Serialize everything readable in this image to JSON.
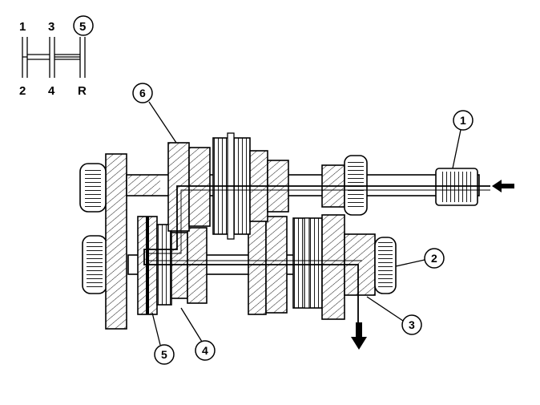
{
  "shift_pattern": {
    "top": [
      "1",
      "3",
      "5"
    ],
    "bottom": [
      "2",
      "4",
      "R"
    ],
    "circled": "5"
  },
  "callouts": [
    "1",
    "2",
    "3",
    "4",
    "5",
    "6"
  ],
  "colors": {
    "ink": "#000000",
    "background": "#ffffff"
  },
  "icons": [
    "power-input-arrow-icon",
    "power-output-arrow-icon"
  ]
}
